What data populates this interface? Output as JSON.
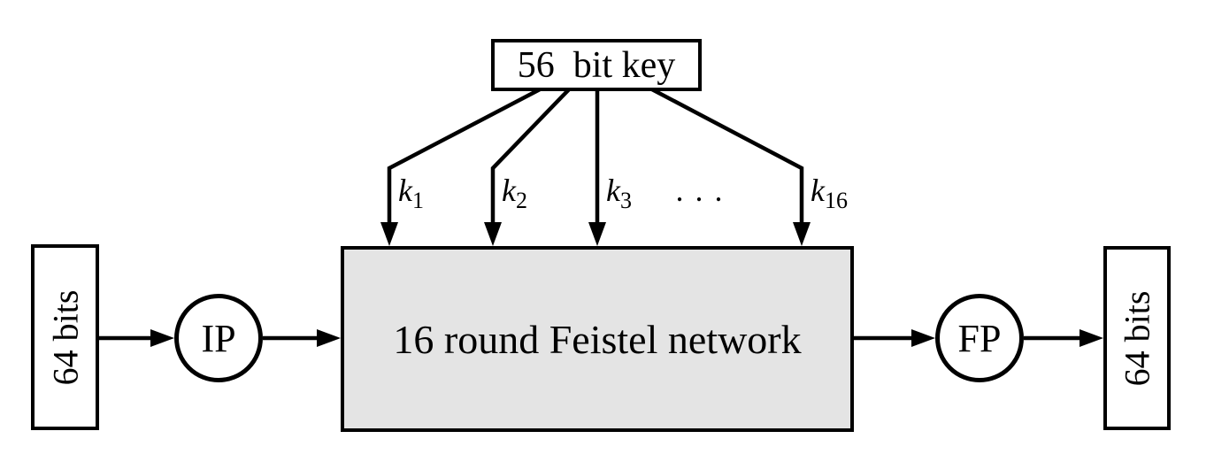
{
  "key_box": {
    "label": "56  bit key"
  },
  "round_keys": [
    {
      "base": "k",
      "sub": "1"
    },
    {
      "base": "k",
      "sub": "2"
    },
    {
      "base": "k",
      "sub": "3"
    },
    {
      "base": "k",
      "sub": "16"
    }
  ],
  "ellipsis": ". . .",
  "feistel_box": {
    "label": "16 round Feistel network"
  },
  "input_box": {
    "label": "64 bits"
  },
  "output_box": {
    "label": "64 bits"
  },
  "ip_node": {
    "label": "IP"
  },
  "fp_node": {
    "label": "FP"
  },
  "colors": {
    "stroke": "#000000",
    "feistel_fill": "#e4e4e4",
    "box_fill": "#ffffff",
    "background": "#ffffff"
  }
}
